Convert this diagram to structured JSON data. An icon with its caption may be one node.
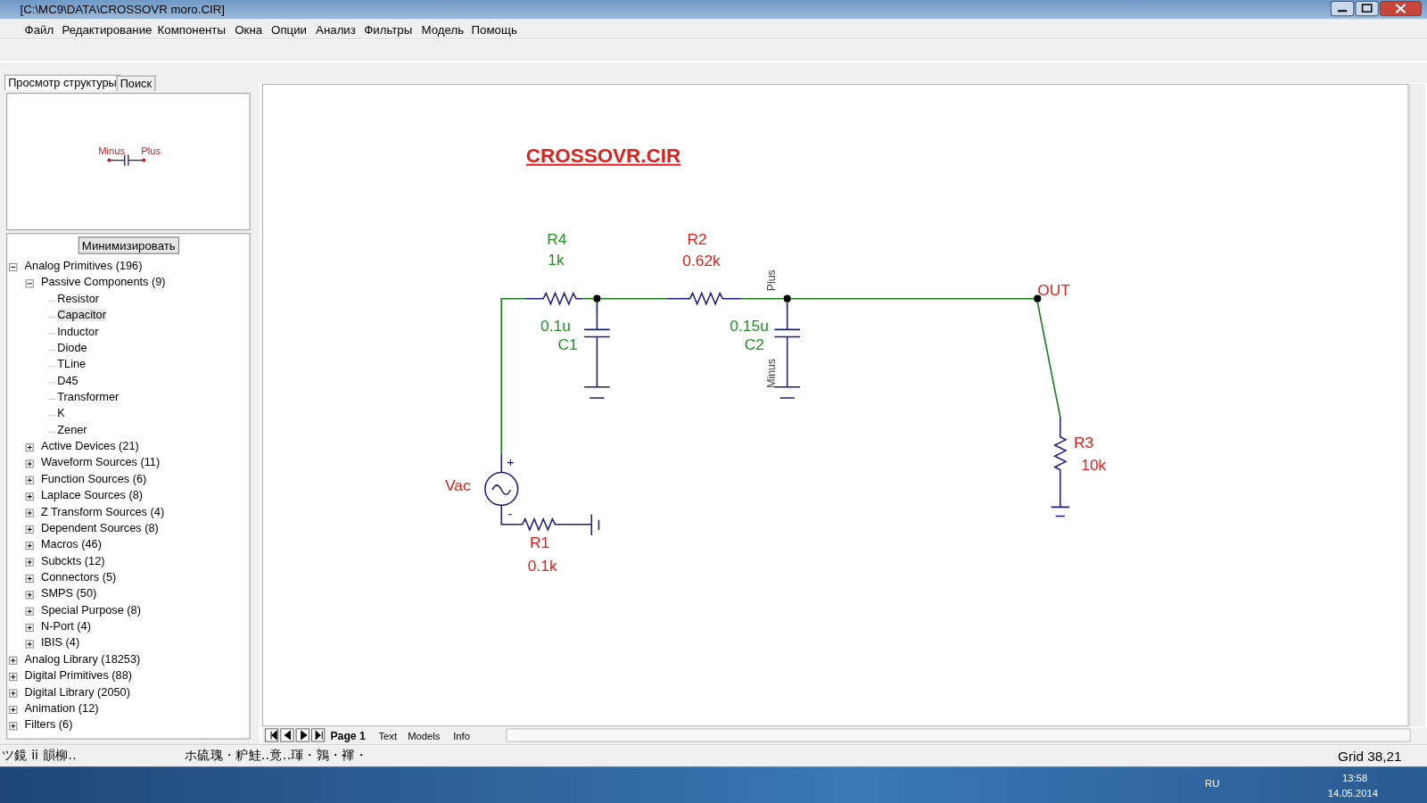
{
  "diagram": {
    "title": "CROSSOVR.CIR",
    "nodes": [
      {
        "text": [
          "Vac"
        ]
      },
      {
        "text": [
          "R4",
          "1k"
        ]
      },
      {
        "text": [],
        "shape": "circle"
      },
      {
        "text": [
          "0.1u",
          "C1"
        ]
      },
      {
        "text": [
          "R2",
          "0.62k"
        ]
      },
      {
        "text": [],
        "shape": "circle"
      },
      {
        "text": [
          "0.15u",
          "C2"
        ]
      },
      {
        "text": [
          "OUT"
        ]
      },
      {
        "text": [
          "R3",
          "10k"
        ]
      },
      {
        "text": [
          "R1",
          "0.1k"
        ]
      }
    ],
    "edges": [
      {
        "from": 0,
        "to": 1,
        "arrow": "none"
      },
      {
        "from": 1,
        "to": 2,
        "arrow": "none"
      },
      {
        "from": 2,
        "to": 3,
        "arrow": "none",
        "color": "#1c1c80"
      },
      {
        "from": 2,
        "to": 4,
        "arrow": "none"
      },
      {
        "from": 4,
        "to": 5,
        "arrow": "none"
      },
      {
        "from": 5,
        "to": 6,
        "arrow": "none",
        "color": "#1c1c80"
      },
      {
        "from": 5,
        "to": 7,
        "arrow": "none"
      },
      {
        "from": 7,
        "to": 8,
        "arrow": "none"
      },
      {
        "from": 0,
        "to": 9,
        "arrow": "none",
        "color": "#1c1c80"
      }
    ],
    "labels": [
      "[C:\\MC9\\DATA\\CROSSOVR moro.CIR]",
      "Файл",
      "Редактирование",
      "Компоненты",
      "Окна",
      "Опции",
      "Анализ",
      "Фильтры",
      "Модель",
      "Помощь",
      "Просмотр структуры",
      "Поиск",
      "Minus",
      "Plus",
      "Минимизировать",
      "Analog Primitives (196)",
      "Passive Components (9)",
      "Resistor",
      "Capacitor",
      "Inductor",
      "Diode",
      "TLine",
      "D45",
      "Transformer",
      "K",
      "Zener",
      "Active Devices (21)",
      "Waveform Sources (11)",
      "Function Sources (6)",
      "Laplace Sources (8)",
      "Z Transform Sources (4)",
      "Dependent Sources (8)",
      "Macros (46)",
      "Subckts (12)",
      "Connectors (5)",
      "SMPS (50)",
      "Special Purpose (8)",
      "N-Port (4)",
      "IBIS (4)",
      "Analog Library (18253)",
      "Digital Primitives (88)",
      "Digital Library (2050)",
      "Animation (12)",
      "Filters (6)",
      "Plus",
      "Minus",
      "+",
      "-",
      "Page 1",
      "Text",
      "Models",
      "Info",
      "ツ鏡 ii 韻柳‥",
      "ホ硫瑰・粐鮭‥竟‥琿・鶉・褌・",
      "Grid 38,21",
      "RU",
      "13:58",
      "14.05.2014"
    ]
  }
}
